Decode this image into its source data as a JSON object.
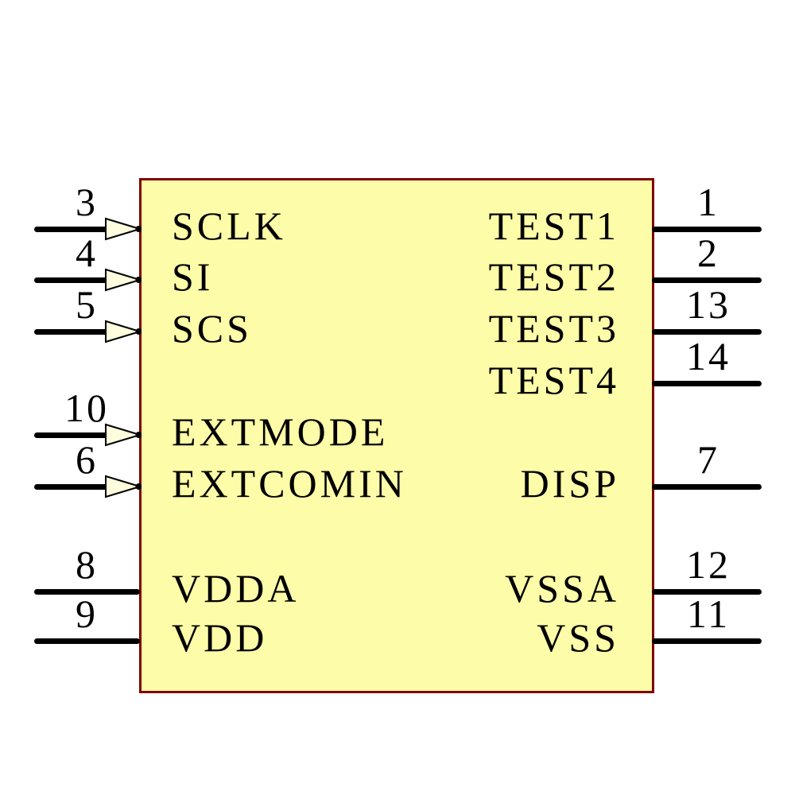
{
  "component": {
    "kind": "IC schematic symbol",
    "body_fill": "#FDFCA8",
    "body_border_color": "#800000",
    "wire_color": "#000000",
    "input_arrow_fill": "#FEFDDE",
    "pins": {
      "left": [
        {
          "number": "3",
          "label": "SCLK",
          "input_arrow": true
        },
        {
          "number": "4",
          "label": "SI",
          "input_arrow": true
        },
        {
          "number": "5",
          "label": "SCS",
          "input_arrow": true
        },
        {
          "number": "10",
          "label": "EXTMODE",
          "input_arrow": true
        },
        {
          "number": "6",
          "label": "EXTCOMIN",
          "input_arrow": true
        },
        {
          "number": "8",
          "label": "VDDA",
          "input_arrow": false
        },
        {
          "number": "9",
          "label": "VDD",
          "input_arrow": false
        }
      ],
      "right": [
        {
          "number": "1",
          "label": "TEST1"
        },
        {
          "number": "2",
          "label": "TEST2"
        },
        {
          "number": "13",
          "label": "TEST3"
        },
        {
          "number": "14",
          "label": "TEST4"
        },
        {
          "number": "7",
          "label": "DISP"
        },
        {
          "number": "12",
          "label": "VSSA"
        },
        {
          "number": "11",
          "label": "VSS"
        }
      ]
    }
  }
}
